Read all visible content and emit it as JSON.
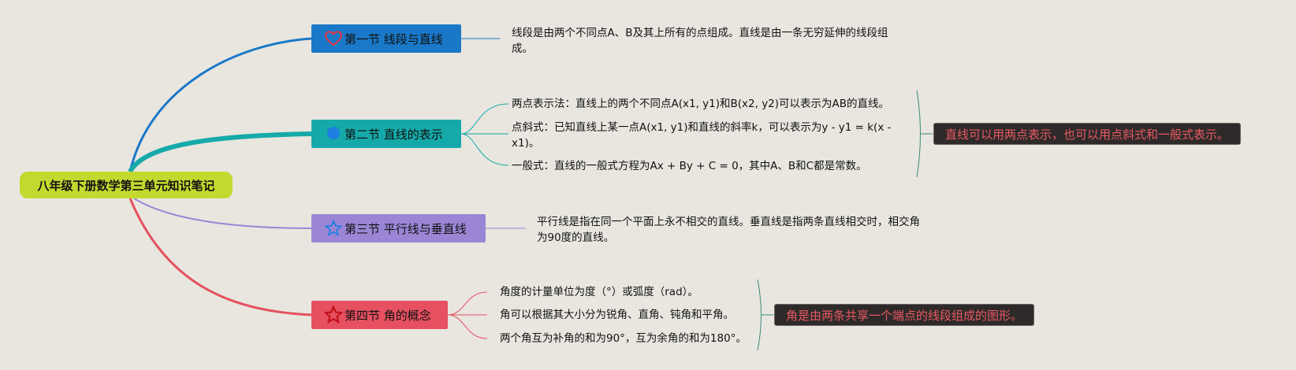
{
  "root": {
    "label": "八年级下册数学第三单元知识笔记"
  },
  "sections": [
    {
      "label": "第一节 线段与直线",
      "icon": "heart-icon",
      "color": "#1a78c8",
      "notes": [
        "线段是由两个不同点A、B及其上所有的点组成。直线是由一条无穷延伸的线段组成。"
      ]
    },
    {
      "label": "第二节 直线的表示",
      "icon": "circle-icon",
      "color": "#15aaa9",
      "notes": [
        "两点表示法：直线上的两个不同点A(x1, y1)和B(x2, y2)可以表示为AB的直线。",
        "点斜式：已知直线上某一点A(x1, y1)和直线的斜率k，可以表示为y - y1 = k(x - x1)。",
        "一般式：直线的一般式方程为Ax + By + C = 0，其中A、B和C都是常数。"
      ],
      "summary": "直线可以用两点表示，也可以用点斜式和一般式表示。"
    },
    {
      "label": "第三节 平行线与垂直线",
      "icon": "star-icon",
      "color": "#9b86d6",
      "notes": [
        "平行线是指在同一个平面上永不相交的直线。垂直线是指两条直线相交时，相交角为90度的直线。"
      ]
    },
    {
      "label": "第四节 角的概念",
      "icon": "star-icon",
      "color": "#e65060",
      "notes": [
        "角度的计量单位为度（°）或弧度（rad）。",
        "角可以根据其大小分为锐角、直角、钝角和平角。",
        "两个角互为补角的和为90°，互为余角的和为180°。"
      ],
      "summary": "角是由两条共享一个端点的线段组成的图形。"
    }
  ]
}
